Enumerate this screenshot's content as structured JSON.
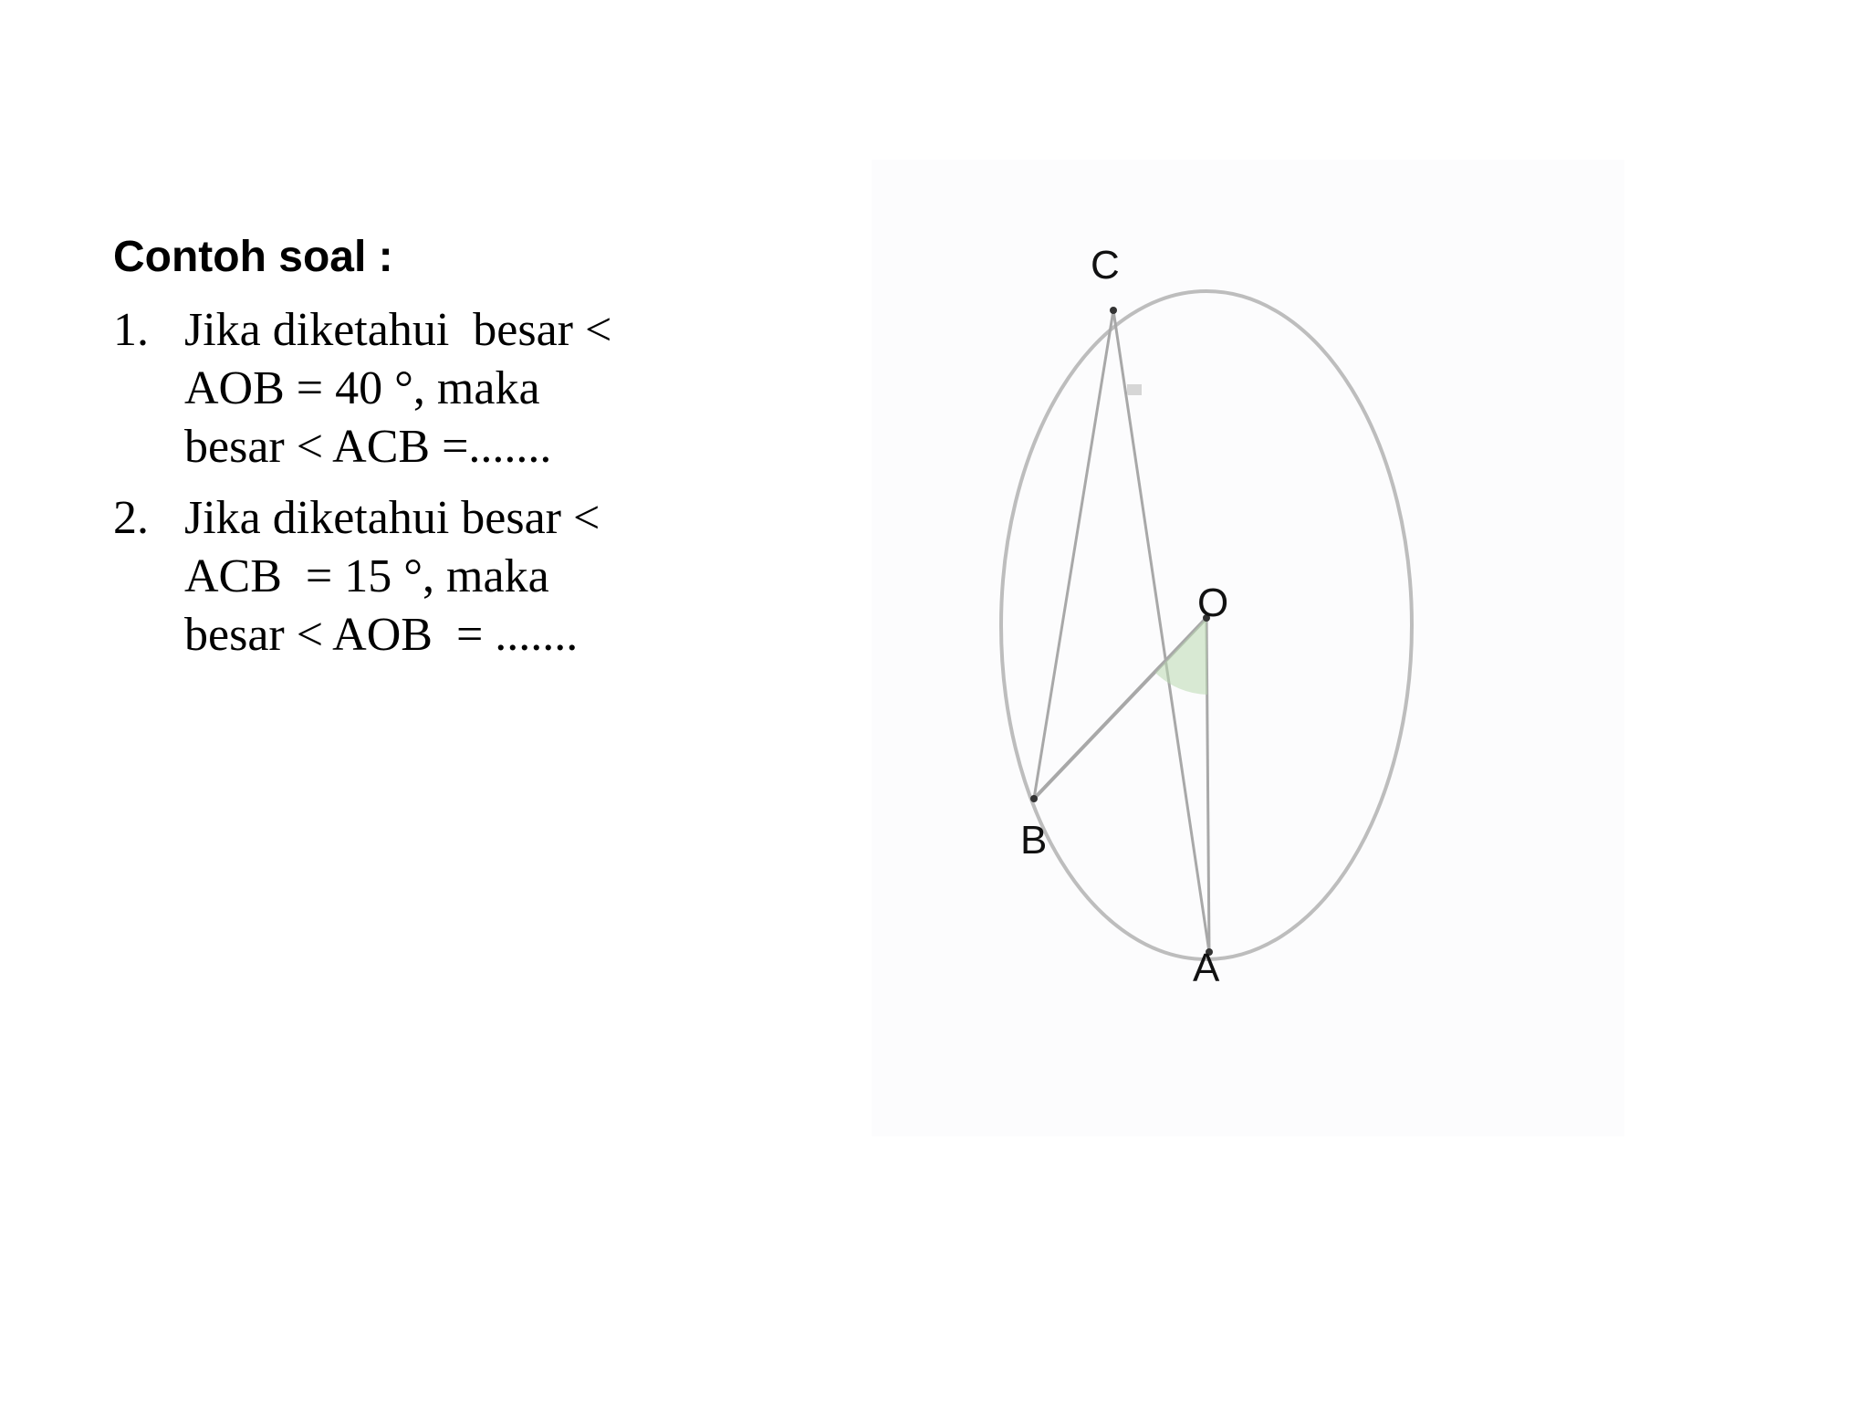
{
  "heading": "Contoh soal :",
  "questions": [
    {
      "number": "1.",
      "lines": [
        "Jika diketahui  besar <",
        "AOB = 40 °, maka",
        "besar < ACB =......."
      ]
    },
    {
      "number": "2.",
      "lines": [
        "Jika diketahui besar <",
        "ACB  = 15 °, maka",
        "besar < AOB  = ......."
      ]
    }
  ],
  "figure": {
    "labels": {
      "c": "C",
      "o": "O",
      "b": "B",
      "a": "A"
    },
    "colors": {
      "circle": "#bdbdbd",
      "lines": "#a8a8a8",
      "angle_mark": "#b9d9b0"
    }
  }
}
